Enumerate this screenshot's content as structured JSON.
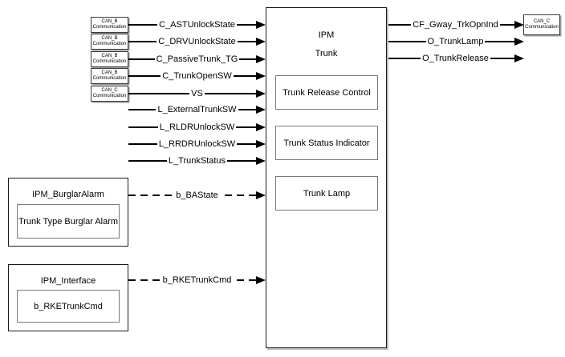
{
  "can_sources": [
    {
      "line1": "CAN_B",
      "line2": "Communication"
    },
    {
      "line1": "CAN_B",
      "line2": "Communication"
    },
    {
      "line1": "CAN_B",
      "line2": "Communication"
    },
    {
      "line1": "CAN_B",
      "line2": "Communication"
    },
    {
      "line1": "CAN_C",
      "line2": "Communication"
    }
  ],
  "inputs": [
    {
      "label": "C_ASTUnlockState"
    },
    {
      "label": "C_DRVUnlockState"
    },
    {
      "label": "C_PassiveTrunk_TG"
    },
    {
      "label": "C_TrunkOpenSW"
    },
    {
      "label": "VS"
    },
    {
      "label": "L_ExternalTrunkSW"
    },
    {
      "label": "L_RLDRUnlockSW"
    },
    {
      "label": "L_RRDRUnlockSW"
    },
    {
      "label": "L_TrunkStatus"
    }
  ],
  "dashed_inputs": [
    {
      "label": "b_BAState"
    },
    {
      "label": "b_RKETrunkCmd"
    }
  ],
  "main_block": {
    "title_line1": "IPM",
    "title_line2": "Trunk",
    "modules": [
      {
        "label": "Trunk Release Control"
      },
      {
        "label": "Trunk Status Indicator"
      },
      {
        "label": "Trunk Lamp"
      }
    ]
  },
  "sub_blocks": [
    {
      "title": "IPM_BurglarAlarm",
      "module": "Trunk Type Burglar Alarm"
    },
    {
      "title": "IPM_Interface",
      "module": "b_RKETrunkCmd"
    }
  ],
  "outputs": [
    {
      "label": "CF_Gway_TrkOpnInd"
    },
    {
      "label": "O_TrunkLamp"
    },
    {
      "label": "O_TrunkRelease"
    }
  ],
  "can_sink": {
    "line1": "CAN_C",
    "line2": "Communication"
  },
  "colors": {
    "line": "#000000",
    "block_border": "#1a1a1a",
    "inner_border": "#7a7a7a",
    "shadow": "#bdbdbd",
    "background": "#ffffff"
  }
}
